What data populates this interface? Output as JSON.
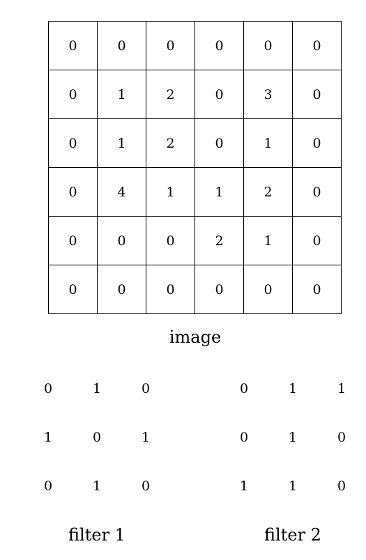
{
  "image": {
    "caption": "image",
    "grid": [
      [
        "0",
        "0",
        "0",
        "0",
        "0",
        "0"
      ],
      [
        "0",
        "1",
        "2",
        "0",
        "3",
        "0"
      ],
      [
        "0",
        "1",
        "2",
        "0",
        "1",
        "0"
      ],
      [
        "0",
        "4",
        "1",
        "1",
        "2",
        "0"
      ],
      [
        "0",
        "0",
        "0",
        "2",
        "1",
        "0"
      ],
      [
        "0",
        "0",
        "0",
        "0",
        "0",
        "0"
      ]
    ]
  },
  "filter1": {
    "caption": "filter 1",
    "grid": [
      [
        "0",
        "1",
        "0"
      ],
      [
        "1",
        "0",
        "1"
      ],
      [
        "0",
        "1",
        "0"
      ]
    ]
  },
  "filter2": {
    "caption": "filter 2",
    "grid": [
      [
        "0",
        "1",
        "1"
      ],
      [
        "0",
        "1",
        "0"
      ],
      [
        "1",
        "1",
        "0"
      ]
    ]
  }
}
